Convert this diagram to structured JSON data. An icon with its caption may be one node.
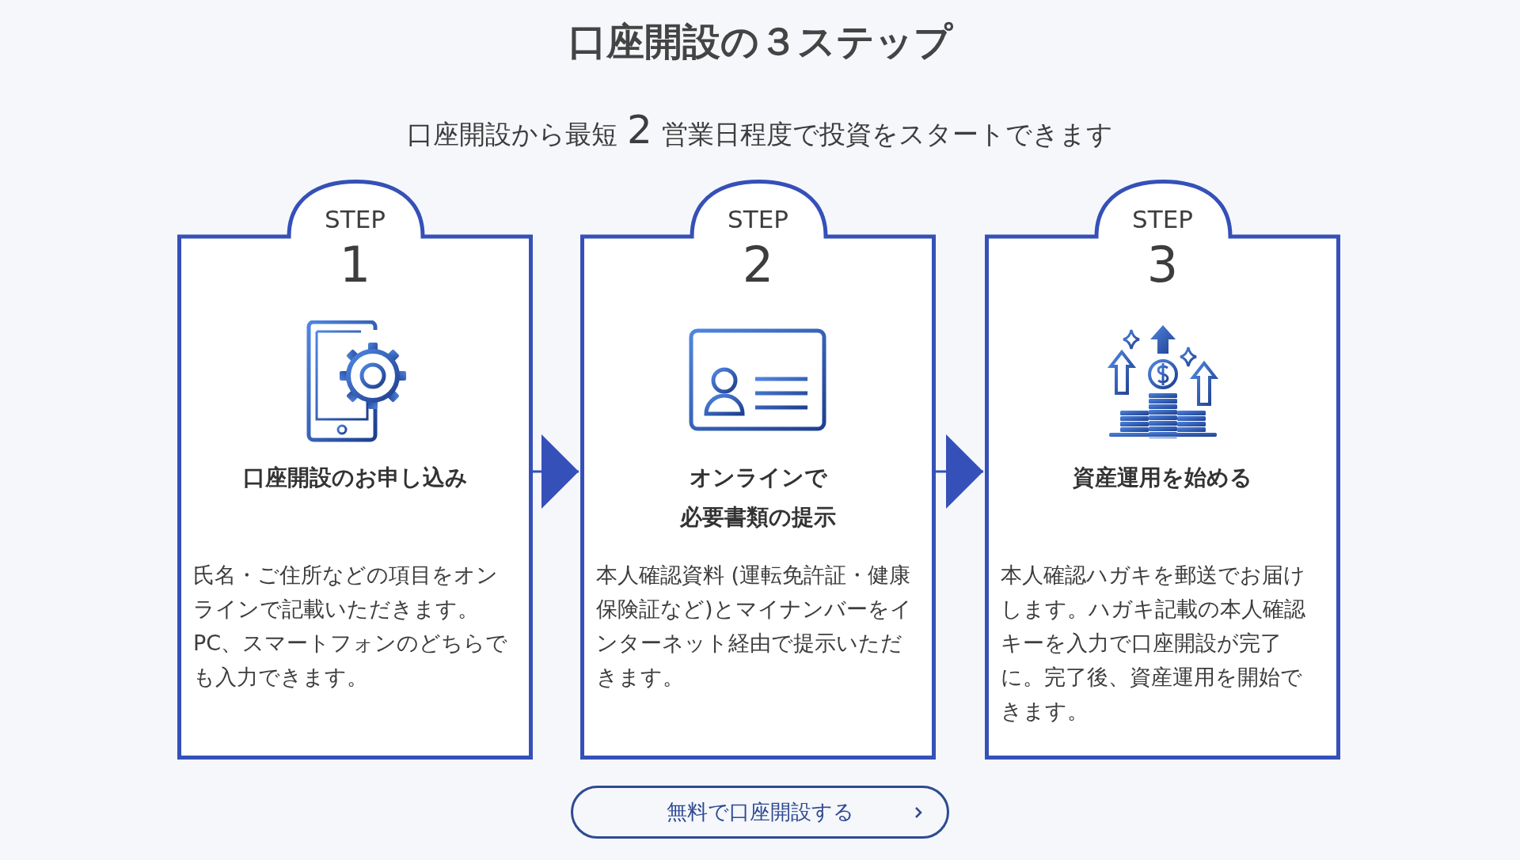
{
  "diagram": {
    "title": "口座開設の３ステップ",
    "nodes": [
      {
        "text": [
          "STEP",
          "1",
          "口座開設のお申し込み",
          "氏名・ご住所などの項目をオンラインで記載いただきます。PC、スマートフォンのどちらでも入力できます。"
        ]
      },
      {
        "text": [
          "STEP",
          "2",
          "オンラインで必要書類の提示",
          "本人確認資料 (運転免許証・健康保険証など)とマイナンバーをインターネット経由で提示いただきます。"
        ]
      },
      {
        "text": [
          "STEP",
          "3",
          "資産運用を始める",
          "本人確認ハガキを郵送でお届けします。ハガキ記載の本人確認キーを入力で口座開設が完了に。完了後、資産運用を開始できます。"
        ]
      },
      {
        "text": [
          "無料で口座開設する"
        ]
      }
    ],
    "edges": [
      {
        "from": 0,
        "to": 1,
        "arrow": "to"
      },
      {
        "from": 1,
        "to": 2,
        "arrow": "to"
      }
    ],
    "labels": [
      "口座開設から最短",
      "2",
      "営業日程度で投資をスタートできます"
    ]
  }
}
